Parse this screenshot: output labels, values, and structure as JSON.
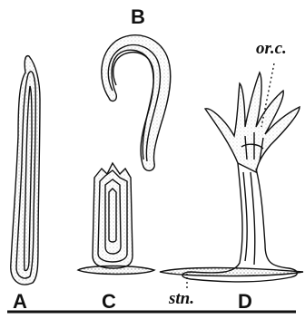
{
  "figure": {
    "labels": {
      "a": "A",
      "b": "B",
      "c": "C",
      "d": "D",
      "orc": "or.c.",
      "stn": "stn."
    }
  }
}
